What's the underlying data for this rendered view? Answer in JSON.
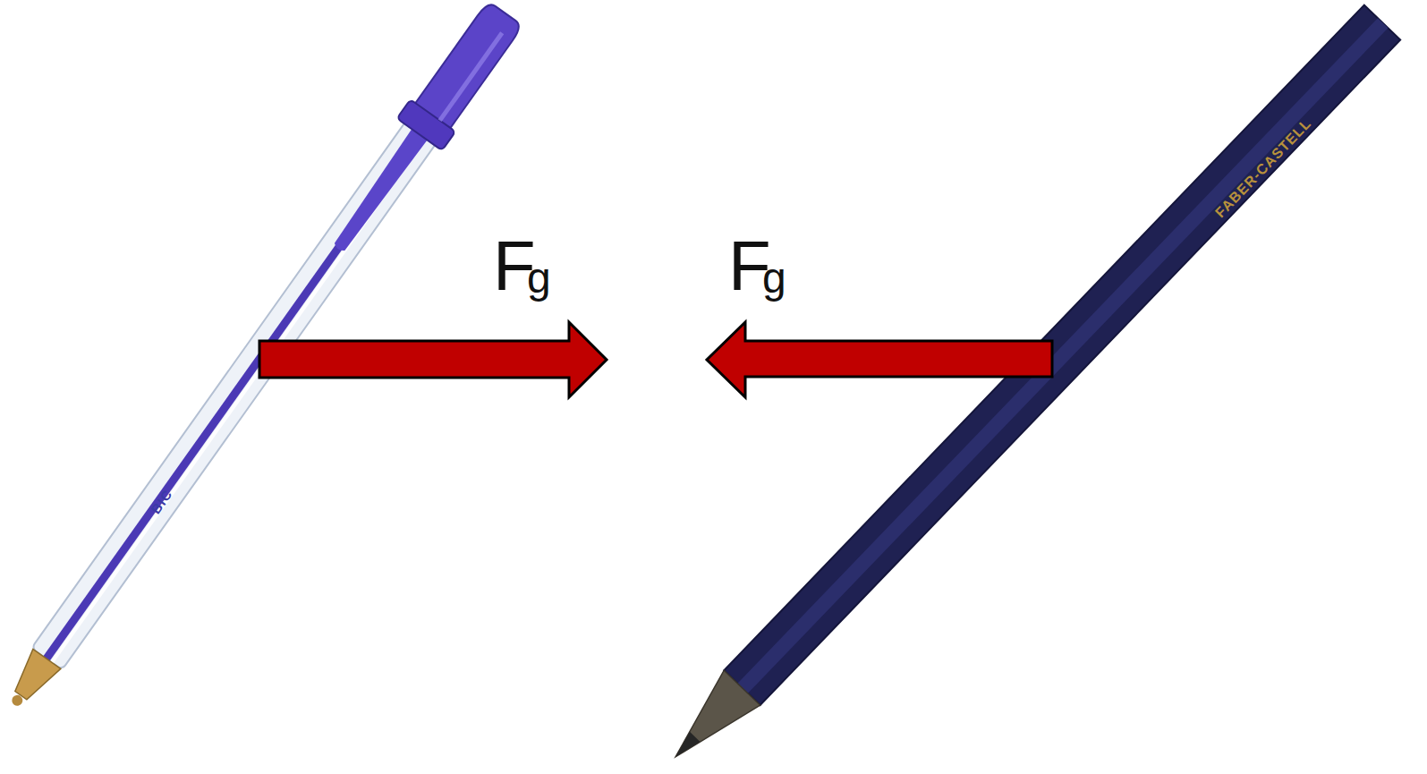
{
  "diagram": {
    "labels": [
      "F",
      "g",
      "F",
      "g",
      "BIC",
      "FABER-CASTELL"
    ]
  }
}
